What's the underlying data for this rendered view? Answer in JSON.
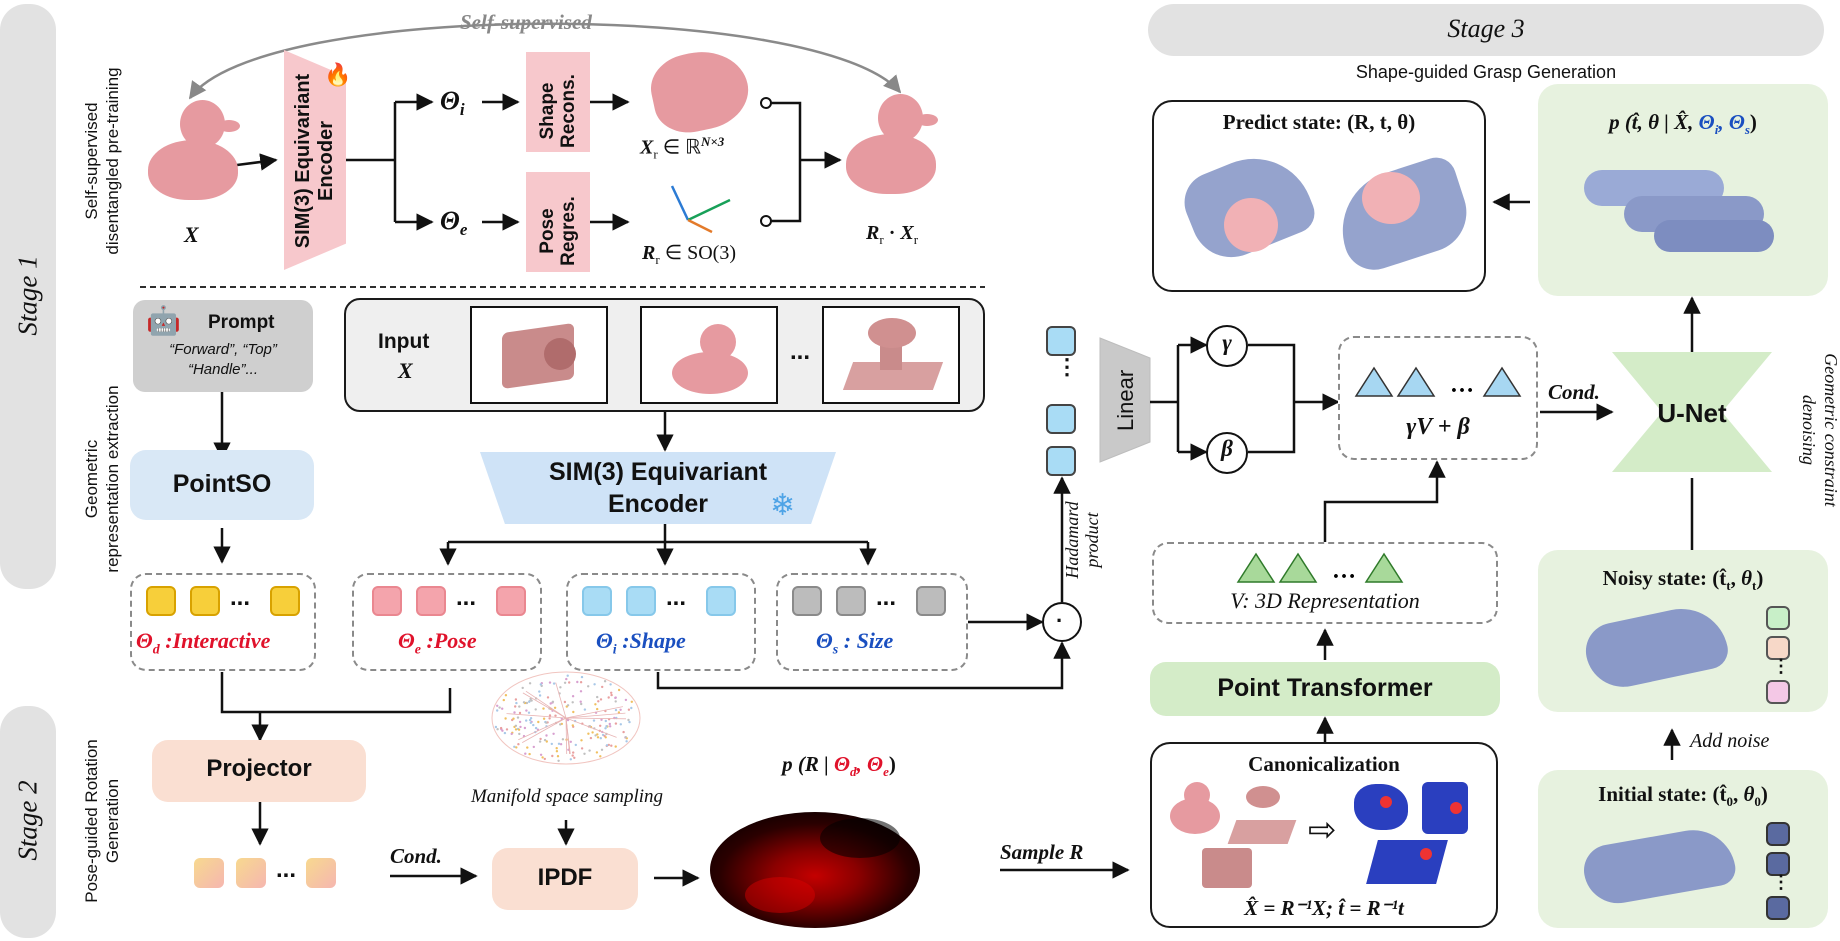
{
  "stage1": {
    "label": "Stage 1",
    "pretrain_label_line1": "Self-supervised",
    "pretrain_label_line2": "disentangled pre-training",
    "geo_label_line1": "Geometric",
    "geo_label_line2": "representation extraction",
    "self_supervised": "Self-supervised",
    "encoder_line1": "SIM(3) Equivariant",
    "encoder_line2": "Encoder",
    "input_x": "X",
    "theta_i": "Θ",
    "theta_i_sub": "i",
    "theta_e": "Θ",
    "theta_e_sub": "e",
    "shape_recons_line1": "Shape",
    "shape_recons_line2": "Recons.",
    "pose_regres_line1": "Pose",
    "pose_regres_line2": "Regres.",
    "xr_label": "X",
    "xr_sub": "r",
    "xr_in": " ∈ ℝ",
    "xr_sup": "N×3",
    "rr_label": "R",
    "rr_sub": "r",
    "rr_in": " ∈ SO(3)",
    "rx_label_R": "R",
    "rx_label_dot": " · ",
    "rx_label_X": "X",
    "rx_sub": "r",
    "prompt_title": "Prompt",
    "prompt_text_line1": "“Forward”, “Top”",
    "prompt_text_line2": "“Handle”...",
    "input_title": "Input",
    "input_x2": "X",
    "ellipsis": "...",
    "pointso": "PointSO",
    "sim3_line1": "SIM(3) Equivariant",
    "sim3_line2": "Encoder",
    "theta_d_label": ":Interactive",
    "theta_e_label": ":Pose",
    "theta_i_label": ":Shape",
    "theta_s_label": ": Size",
    "hadamard_line1": "Hadamard",
    "hadamard_line2": "product"
  },
  "stage2": {
    "label": "Stage 2",
    "side_line1": "Pose-guided Rotation",
    "side_line2": "Generation",
    "projector": "Projector",
    "cond": "Cond.",
    "ipdf": "IPDF",
    "manifold": "Manifold space sampling",
    "p_label": "p (R |",
    "sample_r": "Sample R"
  },
  "stage3": {
    "label": "Stage 3",
    "subtitle": "Shape-guided Grasp Generation",
    "predict_state": "Predict state: (R, t, θ)",
    "p_top": "p (t̂, θ | X̂,",
    "linear": "Linear",
    "gamma": "γ",
    "beta": "β",
    "gamma_v_beta": "γV + β",
    "cond": "Cond.",
    "unet": "U-Net",
    "denoise_line1": "Geometric constraint",
    "denoise_line2": "denoising",
    "v_rep": "V: 3D Representation",
    "point_transformer": "Point Transformer",
    "canonicalization": "Canonicalization",
    "canon_eq": "X̂ = R⁻¹X;   t̂ = R⁻¹t",
    "noisy_state": "Noisy state: (t̂",
    "add_noise": "Add noise",
    "initial_state": "Initial state: (t̂"
  },
  "colors": {
    "theta_red": "#e0122b",
    "theta_blue": "#1a4fc0",
    "pink": "#f6c8cc",
    "blue_light": "#d6e6f6",
    "green_light": "#e6f2df",
    "peach": "#fae0d2",
    "gray_tab": "#e2e2e2"
  }
}
